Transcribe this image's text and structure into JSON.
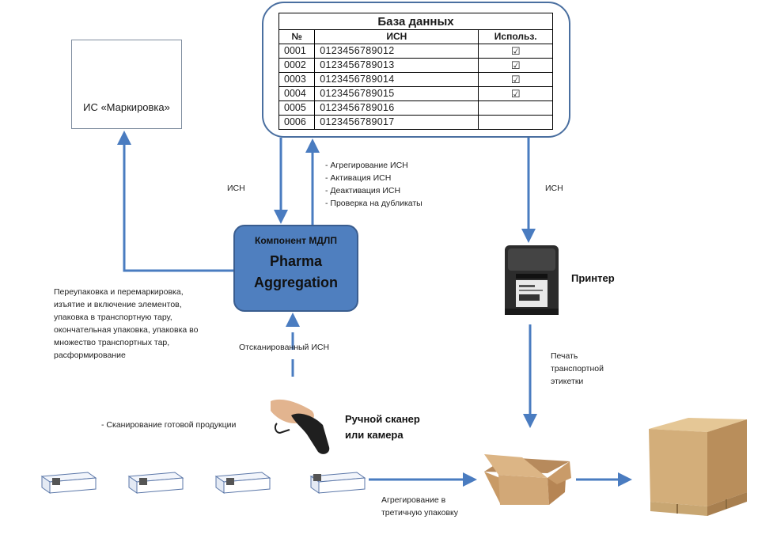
{
  "database": {
    "title": "База данных",
    "headers": [
      "№",
      "ИСН",
      "Использ."
    ],
    "rows": [
      {
        "num": "0001",
        "isn": "0123456789012",
        "used": "☑"
      },
      {
        "num": "0002",
        "isn": "0123456789013",
        "used": "☑"
      },
      {
        "num": "0003",
        "isn": "0123456789014",
        "used": "☑"
      },
      {
        "num": "0004",
        "isn": "0123456789015",
        "used": "☑"
      },
      {
        "num": "0005",
        "isn": "0123456789016",
        "used": ""
      },
      {
        "num": "0006",
        "isn": "0123456789017",
        "used": ""
      }
    ]
  },
  "marking_system": {
    "label": "ИС «Маркировка»"
  },
  "mdlp": {
    "subtitle": "Компонент МДЛП",
    "title_line1": "Pharma",
    "title_line2": "Aggregation"
  },
  "labels": {
    "isn_left": "ИСН",
    "isn_right": "ИСН",
    "db_operations": [
      "- Агрегирование ИСН",
      "- Активация ИСН",
      "- Деактивация ИСН",
      "- Проверка на дубликаты"
    ],
    "repacking": [
      "Переупаковка и перемаркировка,",
      "изъятие и включение элементов,",
      "упаковка в транспортную тару,",
      "окончательная упаковка, упаковка во",
      "множество транспортных  тар,",
      "расформирование"
    ],
    "scanned_isn": "Отсканированный ИСН",
    "printer": "Принтер",
    "print_label": [
      "Печать",
      "транспортной",
      "этикетки"
    ],
    "scanner": [
      "Ручной сканер",
      "или камера"
    ],
    "scanning": "- Сканирование готовой  продукции",
    "aggregation": [
      "Агрегирование в",
      "третичную упаковку"
    ]
  },
  "colors": {
    "arrow": "#4a7cc0",
    "mdlp_fill": "#4f7fbf",
    "panel_border": "#4a6fa0"
  }
}
